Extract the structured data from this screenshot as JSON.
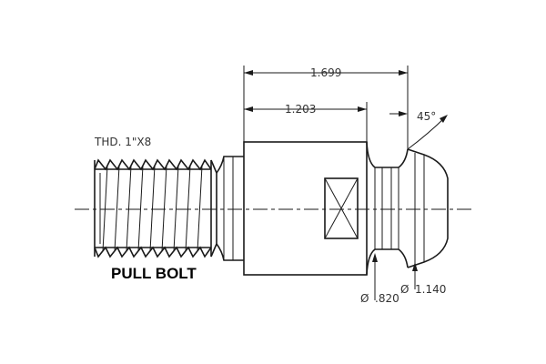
{
  "drawing": {
    "title": "PULL BOLT",
    "thread_label": "THD. 1\"X8",
    "dimensions": {
      "overall_length": "1.699",
      "body_length": "1.203",
      "angle": "45°",
      "neck_diameter_symbol": "Ø",
      "neck_diameter": ".820",
      "head_diameter_symbol": "Ø",
      "head_diameter": "1.140"
    }
  }
}
